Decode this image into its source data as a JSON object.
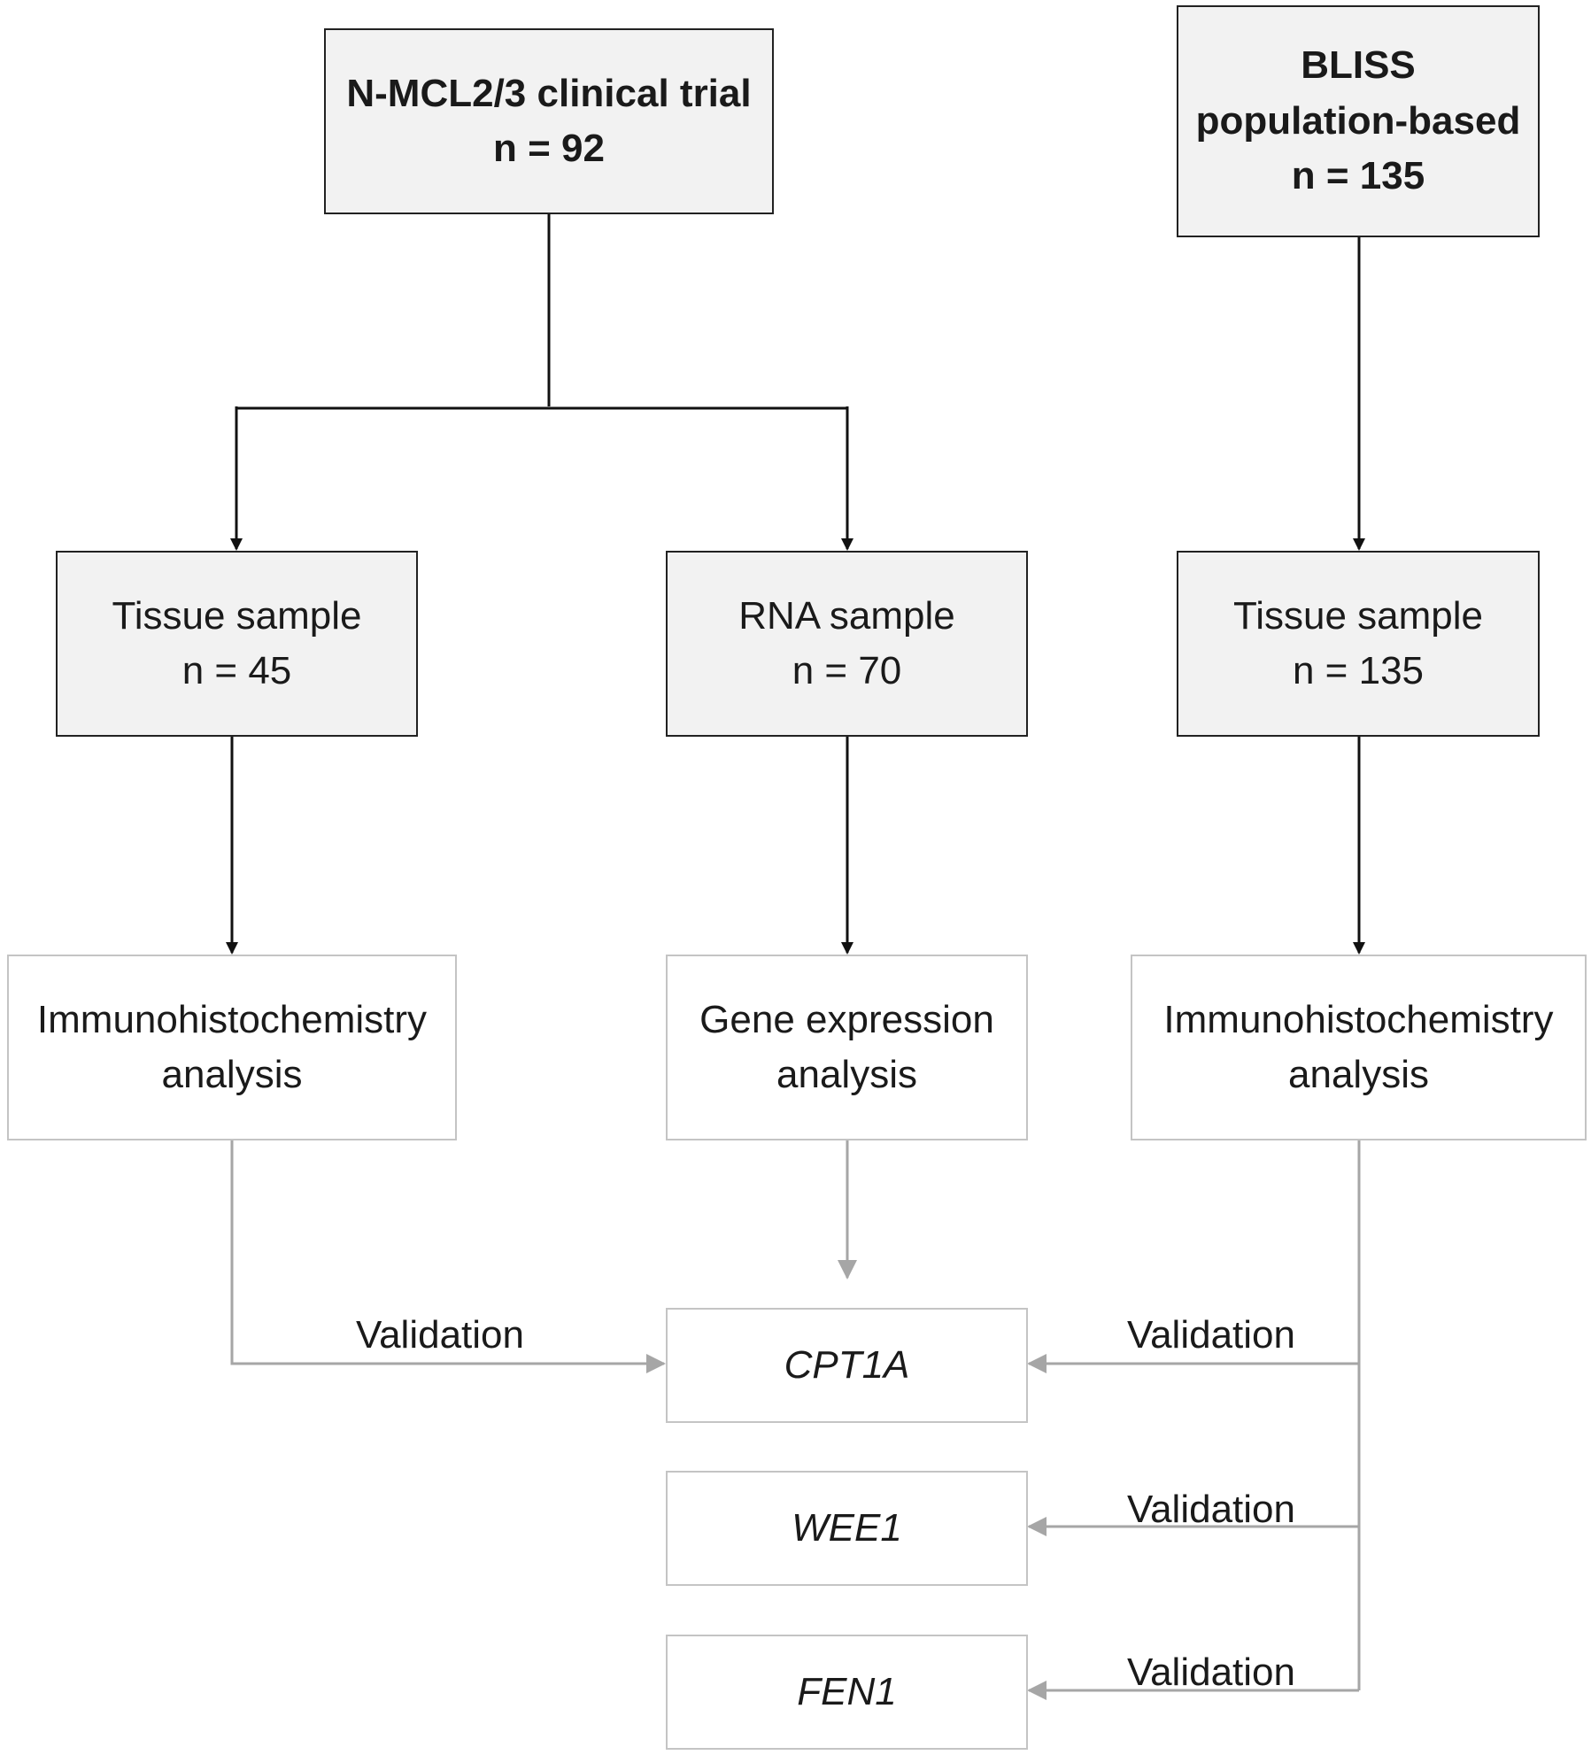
{
  "sources": {
    "trial": {
      "title": "N-MCL2/3 clinical trial",
      "count": "n = 92"
    },
    "bliss": {
      "title_line1": "BLISS",
      "title_line2": "population-based",
      "count": "n = 135"
    }
  },
  "samples": {
    "tissue_trial": {
      "label": "Tissue sample",
      "count": "n = 45"
    },
    "rna_trial": {
      "label": "RNA sample",
      "count": "n = 70"
    },
    "tissue_bliss": {
      "label": "Tissue sample",
      "count": "n = 135"
    }
  },
  "analyses": {
    "ihc_trial": {
      "line1": "Immunohistochemistry",
      "line2": "analysis"
    },
    "gene_expression": {
      "line1": "Gene expression",
      "line2": "analysis"
    },
    "ihc_bliss": {
      "line1": "Immunohistochemistry",
      "line2": "analysis"
    }
  },
  "genes": [
    "CPT1A",
    "WEE1",
    "FEN1"
  ],
  "edge_labels": {
    "validation_left": "Validation",
    "validation_cpt1a": "Validation",
    "validation_wee1": "Validation",
    "validation_fen1": "Validation"
  },
  "colors": {
    "primary_line": "#111111",
    "secondary_line": "#a6a6a6",
    "grey_fill": "#f2f2f2"
  }
}
